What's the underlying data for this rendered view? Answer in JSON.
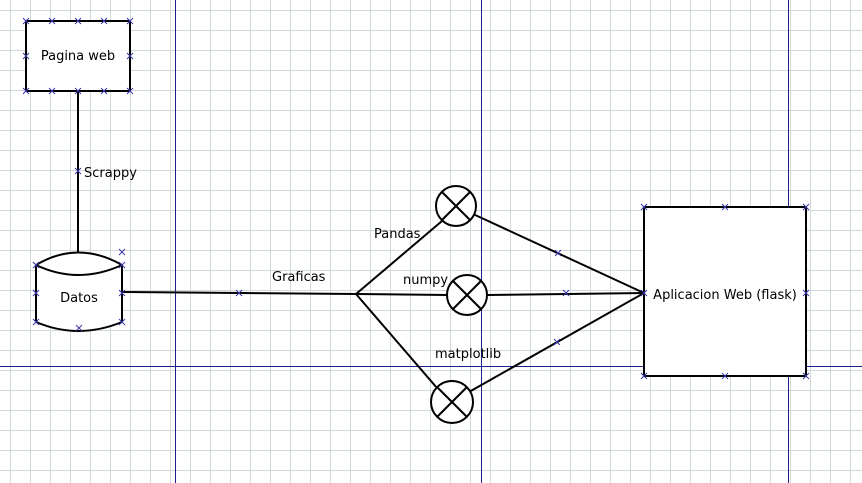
{
  "diagram": {
    "nodes": {
      "pagina_web": "Pagina web",
      "datos": "Datos",
      "app": "Aplicacion Web (flask)"
    },
    "edges": {
      "scrappy": "Scrappy",
      "graficas": "Graficas",
      "pandas": "Pandas",
      "numpy": "numpy",
      "matplotlib": "matplotlib"
    }
  }
}
